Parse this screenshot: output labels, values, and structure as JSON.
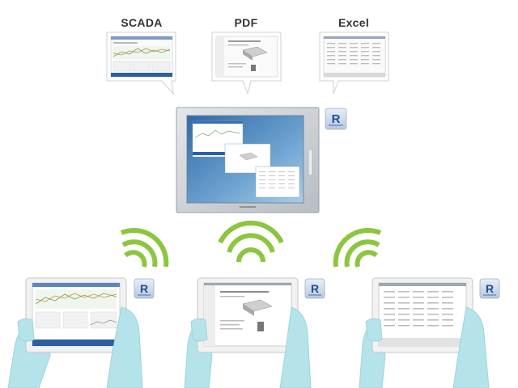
{
  "labels": {
    "scada": "SCADA",
    "pdf": "PDF",
    "excel": "Excel"
  },
  "colors": {
    "wifi": "#8cc63f",
    "hand": "#b5e3ea",
    "hand_outline": "#9fd4de",
    "badge": "#1c4f9c",
    "panel_frame": "#c8cdd3",
    "screen_blue": "#5a8fc4"
  },
  "icons": {
    "app_badge": "app-logo-icon",
    "wireless": "wifi-icon"
  }
}
